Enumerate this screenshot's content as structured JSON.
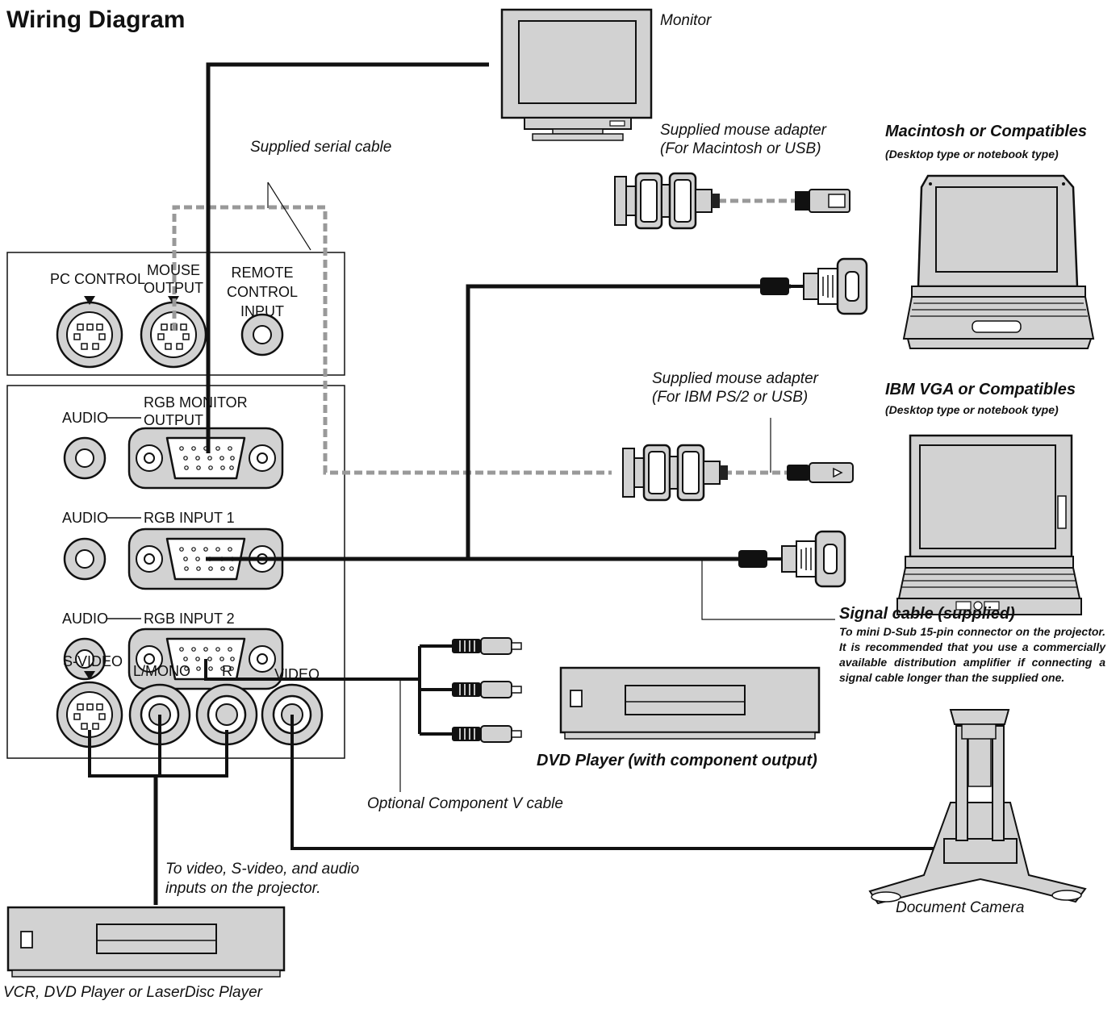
{
  "title": "Wiring Diagram",
  "panel": {
    "pc_control": "PC CONTROL",
    "mouse_output": [
      "MOUSE",
      "OUTPUT"
    ],
    "remote_control_input": [
      "REMOTE",
      "CONTROL",
      "INPUT"
    ],
    "audio": "AUDIO",
    "rgb_monitor_output": [
      "RGB MONITOR",
      "OUTPUT"
    ],
    "rgb_input_1": "RGB INPUT 1",
    "rgb_input_2": "RGB INPUT 2",
    "s_video": "S-VIDEO",
    "l_mono": "L/MONO",
    "r": "R",
    "video": "VIDEO"
  },
  "captions": {
    "monitor": "Monitor",
    "supplied_serial_cable": "Supplied serial cable",
    "mouse_adapter_mac": [
      "Supplied mouse adapter",
      "(For Macintosh or USB)"
    ],
    "mac": "Macintosh or Compatibles",
    "mac_sub": "(Desktop type or notebook type)",
    "mouse_adapter_ibm": [
      "Supplied mouse adapter",
      "(For IBM PS/2 or USB)"
    ],
    "ibm": "IBM VGA or Compatibles",
    "ibm_sub": "(Desktop type or notebook type)",
    "signal_cable": "Signal cable (supplied)",
    "signal_cable_note": "To mini D-Sub 15-pin connector on the projector. It is recommended that you use a commercially available distribution amplifier if connecting a signal cable longer than the supplied one.",
    "dvd_player": "DVD Player (with component output)",
    "component_cable": "Optional Component V cable",
    "video_inputs": [
      "To video, S-video, and audio",
      "inputs on the projector."
    ],
    "document_camera": "Document Camera",
    "vcr": "VCR, DVD Player or LaserDisc Player"
  }
}
